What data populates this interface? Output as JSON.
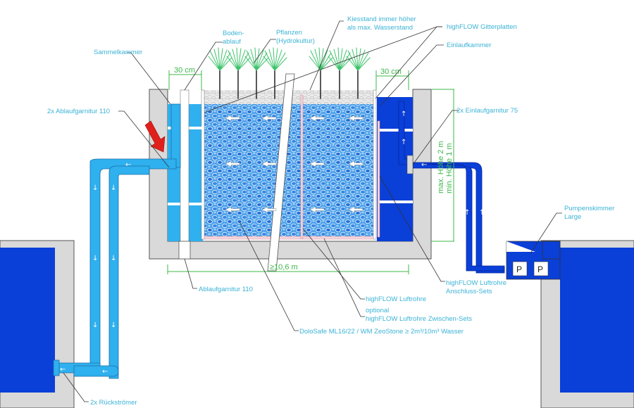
{
  "labels": {
    "sammelkammer": "Sammelkammer",
    "bodenablauf_1": "Boden-",
    "bodenablauf_2": "ablauf",
    "pflanzen_1": "Pflanzen",
    "pflanzen_2": "(Hydrokultur)",
    "kiesstand_1": "Kiesstand immer höher",
    "kiesstand_2": "als max. Wasserstand",
    "gitterplatten": "highFLOW Gitterplatten",
    "einlaufkammer": "Einlaufkammer",
    "ablaufgarnitur_2x": "2x Ablaufgarnitur 110",
    "einlaufgarnitur_2x": "2x Einlaufgarnitur 75",
    "pumpenskimmer_1": "Pumpenskimmer",
    "pumpenskimmer_2": "Large",
    "anschluss_1": "highFLOW Luftrohre",
    "anschluss_2": "Anschluss-Sets",
    "luftrohre": "highFLOW Luftrohre",
    "zwischen_1": "optional",
    "zwischen_2": "highFLOW Luftrohre Zwischen-Sets",
    "dolosafe": "DoloSafe ML16/22  /  WM ZeoStone ≥ 2m³/10m³ Wasser",
    "ablaufgarnitur": "Ablaufgarnitur 110",
    "rueckstroemer": "2x Rückströmer"
  },
  "dimensions": {
    "left_chamber": "30 cm",
    "right_chamber": "30 cm",
    "length": "≥10,6 m",
    "max_height": "max. Höhe 2 m",
    "min_height": "min. Höhe 1 m"
  },
  "pump_labels": [
    "P",
    "P"
  ],
  "colors": {
    "label": "#3bb3d6",
    "dimension": "#3cb84a",
    "pond": "#0a3fd8",
    "outlet_water": "#2fb0ef",
    "wall": "#d9d9d9",
    "arrow": "#e0201c"
  }
}
